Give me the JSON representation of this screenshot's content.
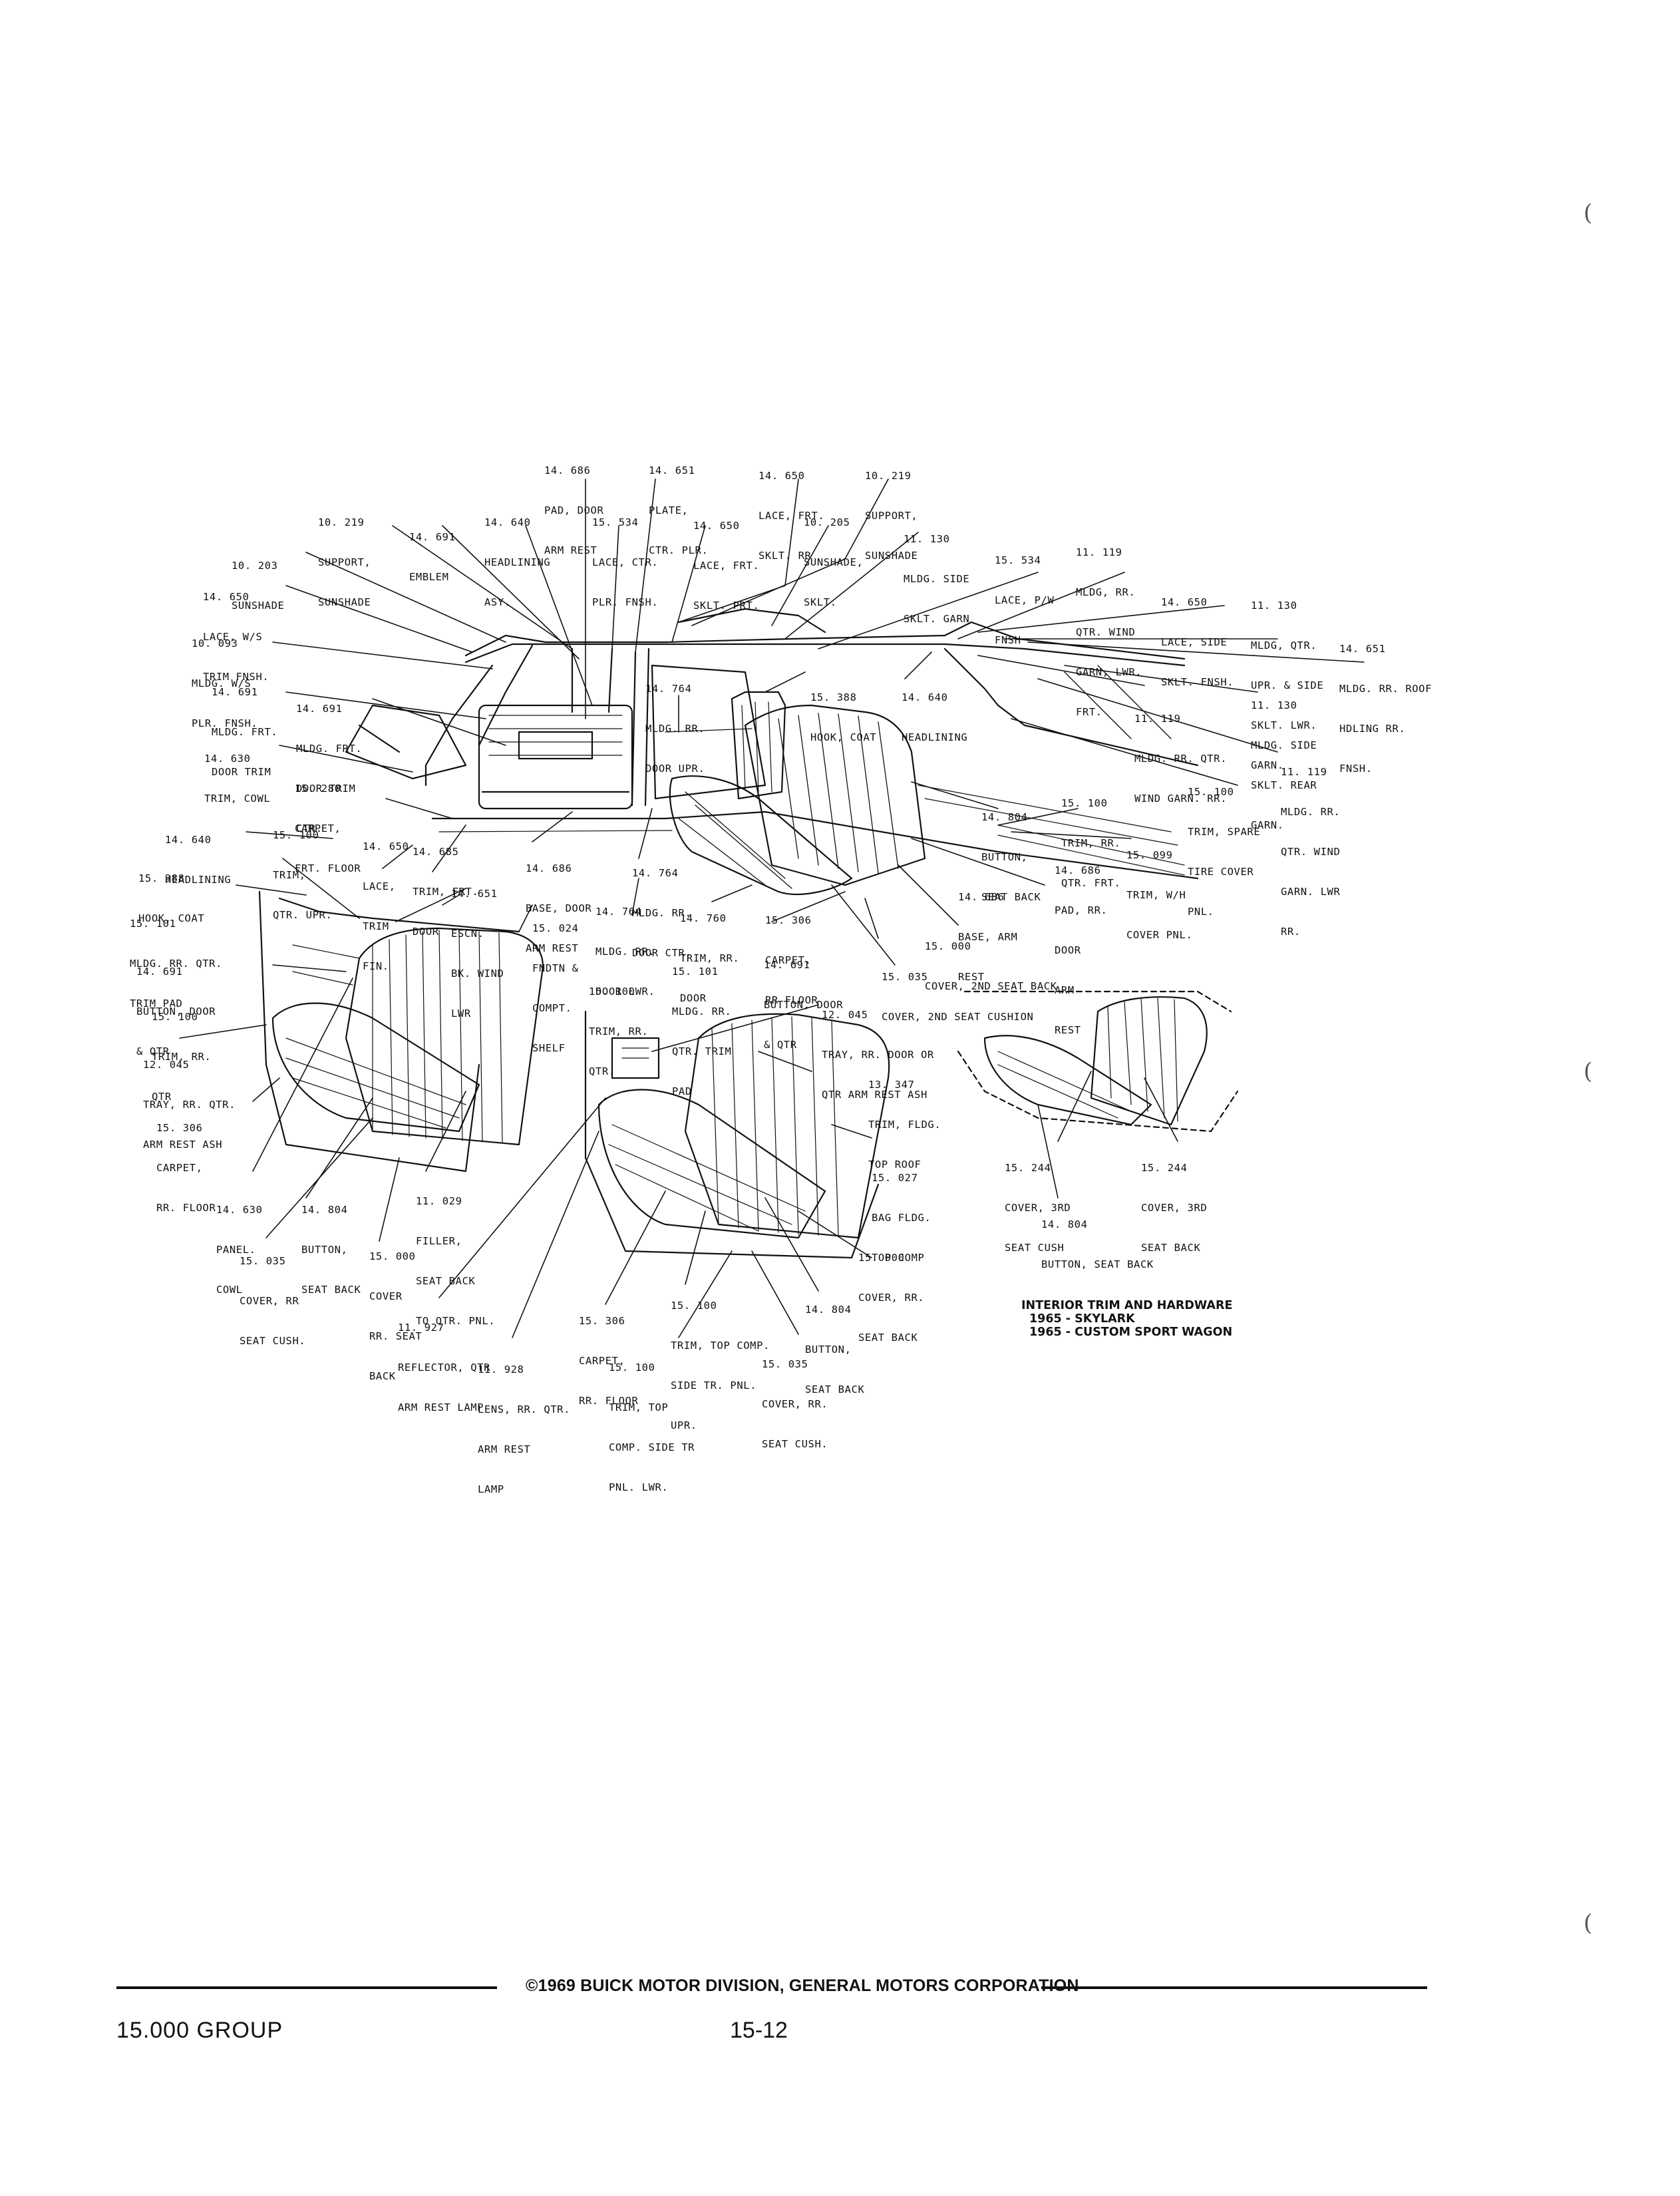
{
  "callouts": [
    {
      "id": "c1",
      "lines": [
        "14. 686",
        "PAD, DOOR",
        "ARM REST"
      ]
    },
    {
      "id": "c2",
      "lines": [
        "14. 651",
        "PLATE,",
        "CTR. PLR."
      ]
    },
    {
      "id": "c3",
      "lines": [
        "14. 650",
        "LACE, FRT.",
        "SKLT. RR"
      ]
    },
    {
      "id": "c4",
      "lines": [
        "10. 219",
        "SUPPORT,",
        "SUNSHADE"
      ]
    },
    {
      "id": "c5",
      "lines": [
        "10. 219",
        "SUPPORT,",
        "SUNSHADE"
      ]
    },
    {
      "id": "c6",
      "lines": [
        "14. 691",
        "EMBLEM"
      ]
    },
    {
      "id": "c7",
      "lines": [
        "14. 640",
        "HEADLINING",
        "ASY."
      ]
    },
    {
      "id": "c8",
      "lines": [
        "15. 534",
        "LACE, CTR.",
        "PLR. FNSH."
      ]
    },
    {
      "id": "c9",
      "lines": [
        "14. 650",
        "LACE, FRT.",
        "SKLT. PRT."
      ]
    },
    {
      "id": "c10",
      "lines": [
        "10. 205",
        "SUNSHADE,",
        "SKLT."
      ]
    },
    {
      "id": "c11",
      "lines": [
        "11. 130",
        "MLDG. SIDE",
        "SKLT. GARN"
      ]
    },
    {
      "id": "c12",
      "lines": [
        "15. 534",
        "LACE, P/W",
        "FNSH"
      ]
    },
    {
      "id": "c13",
      "lines": [
        "11. 119",
        "MLDG, RR.",
        "QTR. WIND",
        "GARN, LWR.",
        "FRT."
      ]
    },
    {
      "id": "c14",
      "lines": [
        "10. 203",
        "SUNSHADE"
      ]
    },
    {
      "id": "c15",
      "lines": [
        "14. 650",
        "LACE, W/S",
        "TRIM FNSH."
      ]
    },
    {
      "id": "c16",
      "lines": [
        "14. 650",
        "LACE, SIDE",
        "SKLT. FNSH."
      ]
    },
    {
      "id": "c17",
      "lines": [
        "11. 130",
        "MLDG, QTR.",
        "UPR. & SIDE",
        "SKLT. LWR.",
        "GARN."
      ]
    },
    {
      "id": "c18",
      "lines": [
        "14. 651",
        "MLDG. RR. ROOF",
        "HDLING RR.",
        "FNSH."
      ]
    },
    {
      "id": "c19",
      "lines": [
        "10. 093",
        "MLDG. W/S",
        "PLR. FNSH."
      ]
    },
    {
      "id": "c20",
      "lines": [
        "14. 691",
        "MLDG. FRT.",
        "DOOR TRIM"
      ]
    },
    {
      "id": "c21",
      "lines": [
        "14. 691",
        "MLDG. FRT.",
        "DOOR TRIM",
        "CTR."
      ]
    },
    {
      "id": "c22",
      "lines": [
        "14. 764",
        "MLDG. RR.",
        "DOOR UPR."
      ]
    },
    {
      "id": "c23",
      "lines": [
        "15. 388",
        "HOOK, COAT"
      ]
    },
    {
      "id": "c24",
      "lines": [
        "14. 640",
        "HEADLINING"
      ]
    },
    {
      "id": "c25",
      "lines": [
        "11. 119",
        "MLDG. RR. QTR.",
        "WIND GARN. RR."
      ]
    },
    {
      "id": "c26",
      "lines": [
        "11. 130",
        "MLDG. SIDE",
        "SKLT. REAR",
        "GARN."
      ]
    },
    {
      "id": "c27",
      "lines": [
        "14. 630",
        "TRIM, COWL"
      ]
    },
    {
      "id": "c28",
      "lines": [
        "15. 280",
        "CARPET,",
        "FRT. FLOOR"
      ]
    },
    {
      "id": "c29",
      "lines": [
        "11. 119",
        "MLDG. RR.",
        "QTR. WIND",
        "GARN. LWR",
        "RR."
      ]
    },
    {
      "id": "c30",
      "lines": [
        "15. 100",
        "TRIM, SPARE",
        "TIRE COVER",
        "PNL."
      ]
    },
    {
      "id": "c31",
      "lines": [
        "14. 804",
        "BUTTON,",
        "SEAT BACK"
      ]
    },
    {
      "id": "c32",
      "lines": [
        "15. 100",
        "TRIM, RR.",
        "QTR. FRT."
      ]
    },
    {
      "id": "c33",
      "lines": [
        "15. 099",
        "TRIM, W/H",
        "COVER PNL."
      ]
    },
    {
      "id": "c34",
      "lines": [
        "14. 640",
        "HEADLINING"
      ]
    },
    {
      "id": "c35",
      "lines": [
        "15. 100",
        "TRIM,",
        "QTR. UPR."
      ]
    },
    {
      "id": "c36",
      "lines": [
        "14. 650",
        "LACE,",
        "TRIM",
        "FIN."
      ]
    },
    {
      "id": "c37",
      "lines": [
        "14. 685",
        "TRIM, FRT.",
        "DOOR"
      ]
    },
    {
      "id": "c38",
      "lines": [
        "14. 686",
        "BASE, DOOR",
        "ARM REST"
      ]
    },
    {
      "id": "c39",
      "lines": [
        "14. 764",
        "MLDG. RR.",
        "DOOR CTR."
      ]
    },
    {
      "id": "c40",
      "lines": [
        "14. 686",
        "PAD, RR.",
        "DOOR",
        "ARM",
        "REST"
      ]
    },
    {
      "id": "c41",
      "lines": [
        "14. 686",
        "BASE, ARM",
        "REST"
      ]
    },
    {
      "id": "c42",
      "lines": [
        "15. 388",
        "HOOK, COAT"
      ]
    },
    {
      "id": "c43",
      "lines": [
        "14. 651",
        "ESCN.",
        "BK. WIND",
        "LWR"
      ]
    },
    {
      "id": "c44",
      "lines": [
        "14. 764",
        "MLDG. RR.",
        "DOOR LWR."
      ]
    },
    {
      "id": "c45",
      "lines": [
        "14. 760",
        "TRIM, RR.",
        "DOOR"
      ]
    },
    {
      "id": "c46",
      "lines": [
        "15. 306",
        "CARPET.",
        "RR FLOOR"
      ]
    },
    {
      "id": "c47",
      "lines": [
        "15. 000",
        "COVER, 2ND SEAT BACK"
      ]
    },
    {
      "id": "c48",
      "lines": [
        "15. 101",
        "MLDG. RR. QTR.",
        "TRIM PAD"
      ]
    },
    {
      "id": "c49",
      "lines": [
        "15. 024",
        "FNDTN &",
        "COMPT.",
        "SHELF"
      ]
    },
    {
      "id": "c50",
      "lines": [
        "15. 101",
        "MLDG. RR.",
        "QTR. TRIM",
        "PAD"
      ]
    },
    {
      "id": "c51",
      "lines": [
        "14. 691",
        "BUTTON, DOOR",
        "& QTR"
      ]
    },
    {
      "id": "c52",
      "lines": [
        "15. 035",
        "COVER, 2ND SEAT CUSHION"
      ]
    },
    {
      "id": "c53",
      "lines": [
        "14. 691",
        "BUTTON, DOOR",
        "& QTR"
      ]
    },
    {
      "id": "c54",
      "lines": [
        "15. 100",
        "TRIM, RR.",
        "QTR."
      ]
    },
    {
      "id": "c55",
      "lines": [
        "12. 045",
        "TRAY, RR. DOOR OR",
        "QTR ARM REST ASH"
      ]
    },
    {
      "id": "c56",
      "lines": [
        "15. 100",
        "TRIM, RR.",
        "QTR"
      ]
    },
    {
      "id": "c57",
      "lines": [
        "12. 045",
        "TRAY, RR. QTR.",
        "ARM REST ASH"
      ]
    },
    {
      "id": "c58",
      "lines": [
        "13. 347",
        "TRIM, FLDG.",
        "TOP ROOF"
      ]
    },
    {
      "id": "c59",
      "lines": [
        "15. 306",
        "CARPET,",
        "RR. FLOOR"
      ]
    },
    {
      "id": "c60",
      "lines": [
        "15. 027",
        "BAG FLDG.",
        "TOP COMP"
      ]
    },
    {
      "id": "c61",
      "lines": [
        "15. 244",
        "COVER, 3RD",
        "SEAT CUSH"
      ]
    },
    {
      "id": "c62",
      "lines": [
        "15. 244",
        "COVER, 3RD",
        "SEAT BACK"
      ]
    },
    {
      "id": "c63",
      "lines": [
        "14. 630",
        "PANEL.",
        "COWL"
      ]
    },
    {
      "id": "c64",
      "lines": [
        "14. 804",
        "BUTTON,",
        "SEAT BACK"
      ]
    },
    {
      "id": "c65",
      "lines": [
        "11. 029",
        "FILLER,",
        "SEAT BACK",
        "TO QTR. PNL."
      ]
    },
    {
      "id": "c66",
      "lines": [
        "14. 804",
        "BUTTON, SEAT BACK"
      ]
    },
    {
      "id": "c67",
      "lines": [
        "15. 035",
        "COVER, RR",
        "SEAT CUSH."
      ]
    },
    {
      "id": "c68",
      "lines": [
        "15. 000",
        "COVER",
        "RR. SEAT",
        "BACK"
      ]
    },
    {
      "id": "c69",
      "lines": [
        "15. 000",
        "COVER, RR.",
        "SEAT BACK"
      ]
    },
    {
      "id": "c70",
      "lines": [
        "11. 927",
        "REFLECTOR, QTR",
        "ARM REST LAMP"
      ]
    },
    {
      "id": "c71",
      "lines": [
        "15. 306",
        "CARPET,",
        "RR. FLOOR"
      ]
    },
    {
      "id": "c72",
      "lines": [
        "15. 100",
        "TRIM, TOP COMP.",
        "SIDE TR. PNL.",
        "UPR."
      ]
    },
    {
      "id": "c73",
      "lines": [
        "14. 804",
        "BUTTON,",
        "SEAT BACK"
      ]
    },
    {
      "id": "c74",
      "lines": [
        "11. 928",
        "LENS, RR. QTR.",
        "ARM REST",
        "LAMP"
      ]
    },
    {
      "id": "c75",
      "lines": [
        "15. 100",
        "TRIM, TOP",
        "COMP. SIDE TR",
        "PNL. LWR."
      ]
    },
    {
      "id": "c76",
      "lines": [
        "15. 035",
        "COVER, RR.",
        "SEAT CUSH."
      ]
    }
  ],
  "caption": {
    "line1": "INTERIOR TRIM AND HARDWARE",
    "line2": "1965 - SKYLARK",
    "line3": "1965 - CUSTOM SPORT WAGON"
  },
  "footer": {
    "copyright": "©1969 BUICK MOTOR DIVISION, GENERAL MOTORS CORPORATION",
    "group": "15.000 GROUP",
    "page": "15-12"
  },
  "colors": {
    "ink": "#111111",
    "paper": "#ffffff"
  }
}
